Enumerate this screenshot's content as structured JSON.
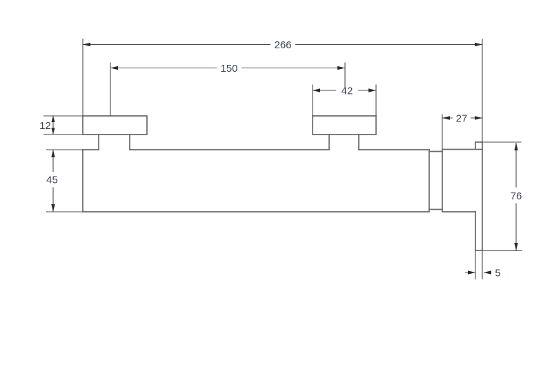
{
  "drawing": {
    "type": "technical-dimension-drawing",
    "subject": "wall-mounted shower bar valve, front elevation",
    "units_shown": "mm",
    "dimensions": {
      "overall_length": "266",
      "handle_center_distance": "150",
      "handle_flange_width": "42",
      "wall_bracket_depth": "27",
      "handle_flange_thickness": "12",
      "bar_body_height": "45",
      "wall_plate_height": "76",
      "wall_plate_thickness": "5"
    },
    "colors": {
      "background": "#ffffff",
      "part_outline": "#6a6a6a",
      "dimension_line": "#4c4c4c",
      "arrowhead": "#2b2b2b",
      "label_text": "#3b4553"
    }
  }
}
